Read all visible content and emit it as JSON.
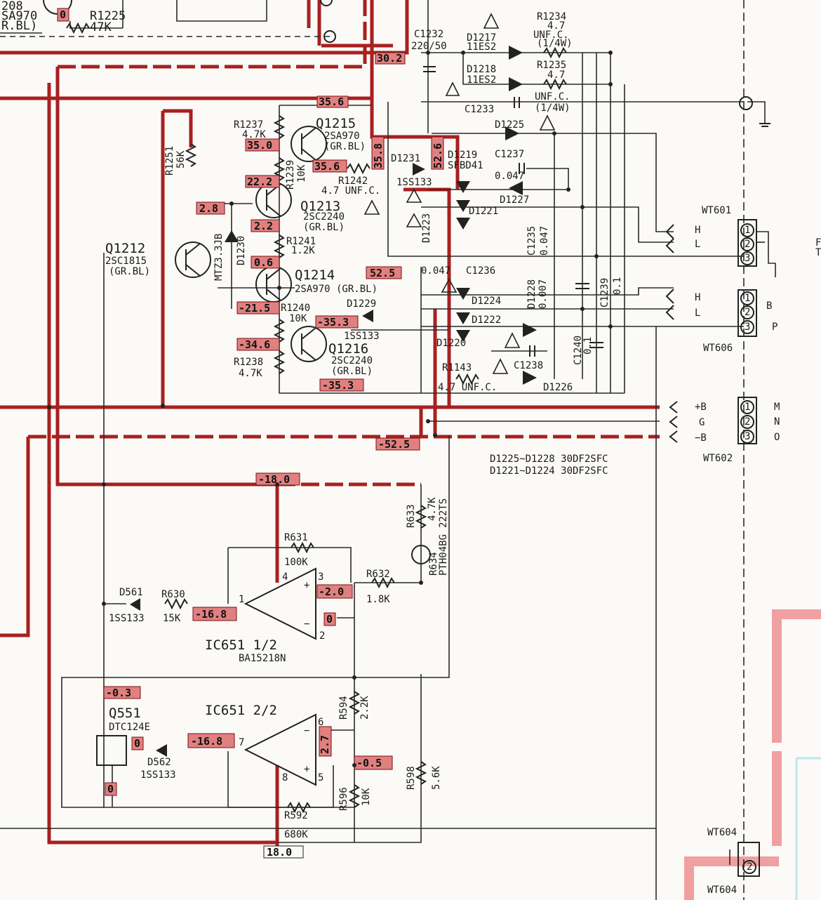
{
  "colors": {
    "wire": "#2a2a2a",
    "power_trace": "#a82020",
    "voltage_box": "#e08080",
    "pink_trace": "#f0a0a0"
  },
  "top_left": {
    "q_partial": "208",
    "q_type": "SA970",
    "q_grade": "R.BL)",
    "r1225": "R1225",
    "r1225_val": "47K",
    "volt_0": "0"
  },
  "caps_top": {
    "c1232": "C1232",
    "c1232_val": "220/50",
    "c1233": "C1233"
  },
  "diodes_top": {
    "d1217": "D1217",
    "d1217_type": "11ES2",
    "d1218": "D1218",
    "d1218_type": "11ES2",
    "r1234": "R1234",
    "r1234_val": "4.7",
    "r1234_type": "UNF.C.",
    "r1234_w": "(1/4W)",
    "r1235": "R1235",
    "r1235_val": "4.7",
    "r1235_type": "UNF.C.",
    "r1235_w": "(1/4W)",
    "d1225": "D1225",
    "d1227": "D1227",
    "d1221": "D1221",
    "d1223": "D1223",
    "c1237": "C1237",
    "c1237_val": "0.047",
    "c1235": "C1235",
    "c1235_val": "0.047",
    "d1219": "D1219",
    "d1219_type": "SFBD41",
    "d1231": "D1231",
    "d1231_type": "1SS133",
    "r1242": "R1242",
    "r1242_val": "4.7 UNF.C."
  },
  "transistors": {
    "q1215": "Q1215",
    "q1215_type": "2SA970",
    "q1215_grade": "(GR.BL)",
    "q1213": "Q1213",
    "q1213_type": "2SC2240",
    "q1213_grade": "(GR.BL)",
    "q1214": "Q1214",
    "q1214_type": "2SA970 (GR.BL)",
    "q1212": "Q1212",
    "q1212_type": "2SC1815",
    "q1212_grade": "(GR.BL)",
    "q1216": "Q1216",
    "q1216_type": "2SC2240",
    "q1216_grade": "(GR.BL)"
  },
  "resistors_mid": {
    "r1237": "R1237",
    "r1237_val": "4.7K",
    "r1251": "R1251",
    "r1251_val": "56K",
    "r1239": "R1239",
    "r1239_val": "10K",
    "r1241": "R1241",
    "r1241_val": "1.2K",
    "r1240": "R1240",
    "r1240_val": "10K",
    "r1238": "R1238",
    "r1238_val": "4.7K",
    "d1230": "D1230",
    "d1230_type": "MTZ3.3JB",
    "d1229": "D1229",
    "d1229_type": "1SS133",
    "r1143": "R1143",
    "r1143_val": "4.7 UNF.C."
  },
  "lower_diodes": {
    "c1236": "C1236",
    "c1236_val": "0.047",
    "d1224": "D1224",
    "d1222": "D1222",
    "d1220": "D1220",
    "d1228": "D1228",
    "d1228_val": "0.007",
    "c1238": "C1238",
    "d1226": "D1226",
    "c1239": "C1239",
    "c1239_val": "0.1",
    "c1240": "C1240",
    "c1240_val": "0.1"
  },
  "voltages": {
    "v30_2": "30.2",
    "v35_6a": "35.6",
    "v35_0": "35.0",
    "v35_6b": "35.6",
    "v35_8": "35.8",
    "v52_6": "52.6",
    "v22_2": "22.2",
    "v2_8": "2.8",
    "v2_2": "2.2",
    "v0_6": "0.6",
    "v52_5": "52.5",
    "vm21_5": "-21.5",
    "vm35_3a": "-35.3",
    "vm34_6": "-34.6",
    "vm35_3b": "-35.3",
    "vm52_5": "-52.5",
    "vm18_0": "-18.0",
    "vm2_0": "-2.0",
    "vm16_8a": "-16.8",
    "v0a": "0",
    "vm0_3": "-0.3",
    "v0b": "0",
    "vm16_8b": "-16.8",
    "v2_7": "2.7",
    "vm0_5": "-0.5",
    "v0c": "0",
    "v18_0": "18.0"
  },
  "connectors": {
    "wt601": "WT601",
    "wt606": "WT606",
    "wt602": "WT602",
    "wt604a": "WT604",
    "wt604b": "WT604",
    "h": "H",
    "l": "L",
    "h2": "H",
    "l2": "L",
    "pin1": "1",
    "pin2": "2",
    "pin3": "3",
    "plus_b": "+B",
    "g": "G",
    "minus_b": "−B",
    "p": "P",
    "m": "M",
    "n": "N",
    "o": "O",
    "b": "B",
    "edge_f": "F",
    "edge_t": "T"
  },
  "notes": {
    "line1": "D1225~D1228  30DF2SFC",
    "line2": "D1221~D1224  30DF2SFC"
  },
  "opamp": {
    "ic1": "IC651  1/2",
    "ic1_type": "BA15218N",
    "ic2": "IC651  2/2",
    "r631": "R631",
    "r631_val": "100K",
    "r632": "R632",
    "r632_val": "1.8K",
    "r633": "R633",
    "r633_val": "4.7K",
    "r634": "R634",
    "r634_type": "PTH04BG",
    "r634_val": "222TS",
    "d561": "D561",
    "d561_type": "1SS133",
    "r630": "R630",
    "r630_val": "15K",
    "r594": "R594",
    "r594_val": "2.2K",
    "r598": "R598",
    "r598_val": "5.6K",
    "r596": "R596",
    "r596_val": "10K",
    "r592": "R592",
    "r592_val": "680K",
    "q551": "Q551",
    "q551_type": "DTC124E",
    "d562": "D562",
    "d562_type": "1SS133",
    "pin4": "4",
    "pin3": "3",
    "pin1": "1",
    "pin2": "2",
    "pin6": "6",
    "pin7": "7",
    "pin8": "8",
    "pin5": "5",
    "plus": "+",
    "minus": "−",
    "plus2": "+",
    "minus2": "−"
  }
}
